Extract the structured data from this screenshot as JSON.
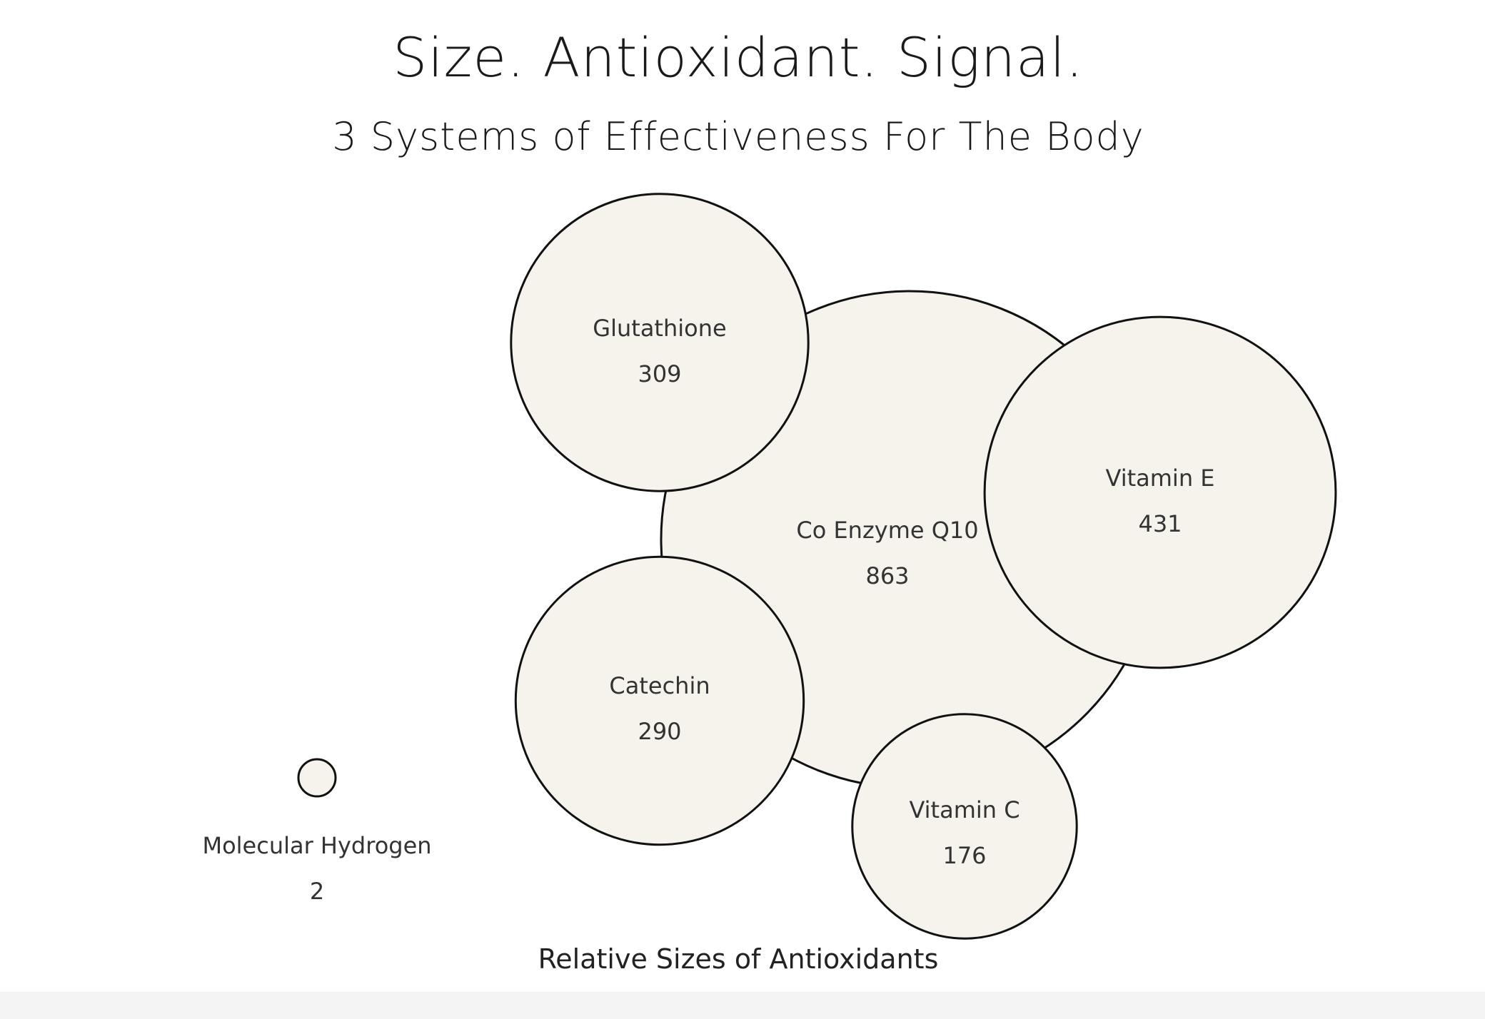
{
  "header": {
    "title": "Size. Antioxidant. Signal.",
    "subtitle": "3 Systems of Effectiveness For The Body"
  },
  "colors": {
    "bubble_fill": "#f5f3ec",
    "bubble_stroke": "#111111"
  },
  "chart_data": {
    "type": "bubble",
    "title": "Size. Antioxidant. Signal.",
    "subtitle": "3 Systems of Effectiveness For The Body",
    "caption": "Relative Sizes of Antioxidants",
    "points": [
      {
        "name": "Glutathione",
        "value": 309
      },
      {
        "name": "Co Enzyme Q10",
        "value": 863
      },
      {
        "name": "Vitamin E",
        "value": 431
      },
      {
        "name": "Catechin",
        "value": 290
      },
      {
        "name": "Vitamin C",
        "value": 176
      },
      {
        "name": "Molecular Hydrogen",
        "value": 2
      }
    ]
  }
}
